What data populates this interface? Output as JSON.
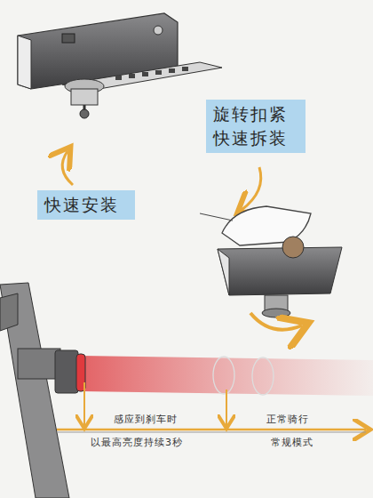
{
  "diagram": {
    "nodes": [
      {
        "text": [
          "快速安装"
        ]
      },
      {
        "text": [
          "旋转扣紧 快速拆装"
        ]
      }
    ],
    "labels": [
      "感应到刹车时",
      "以最高亮度持续3秒",
      "正常骑行",
      "常规模式"
    ]
  }
}
